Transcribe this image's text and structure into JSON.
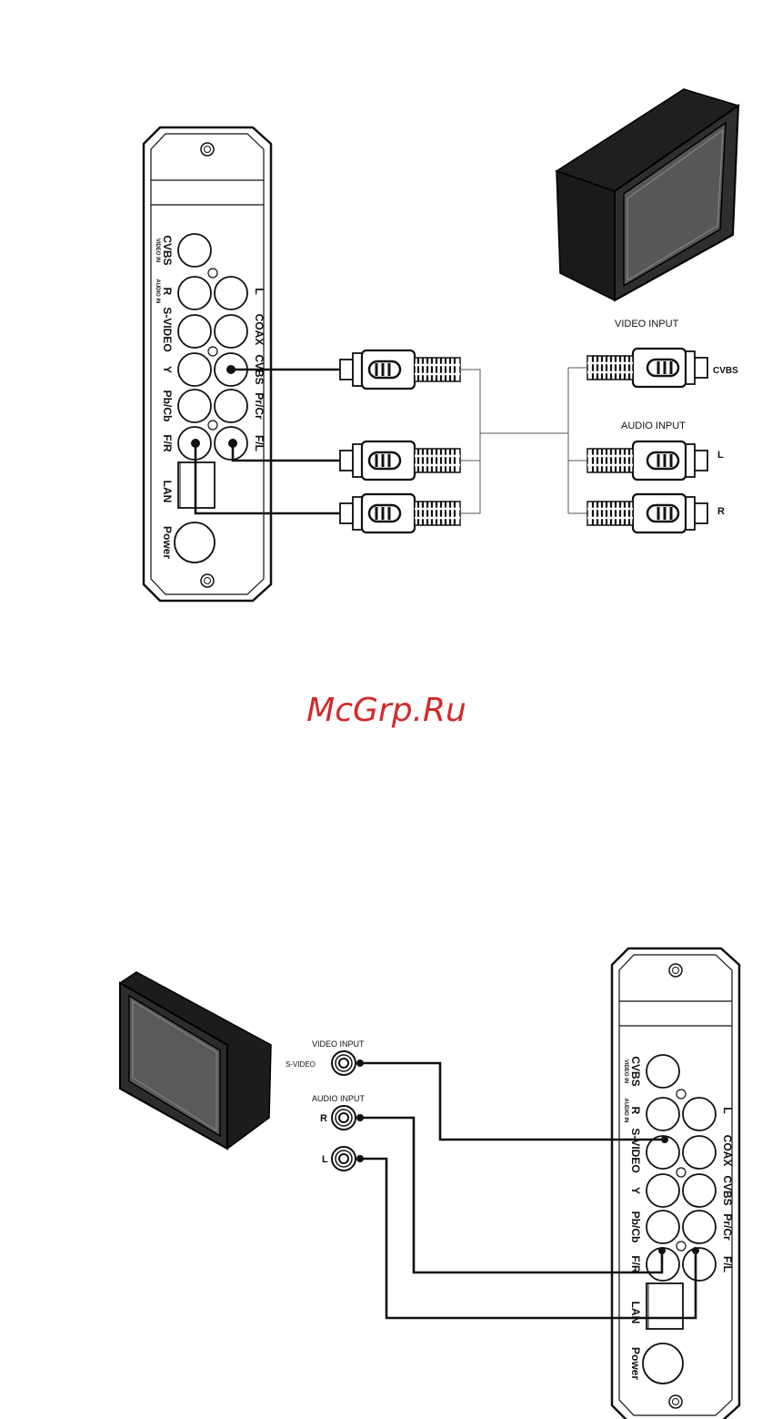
{
  "panel_labels": {
    "cvbs": "CVBS",
    "video_in": "VIDEO IN",
    "r": "R",
    "audio_in": "AUDIO IN",
    "l": "L",
    "s_video": "S-VIDEO",
    "coax": "COAX",
    "y": "Y",
    "cvbs2": "CVBS",
    "pb_cb": "Pb/Cb",
    "pr_cr": "Pr/Cr",
    "f_r": "F/R",
    "f_l": "F/L",
    "lan": "LAN",
    "power": "Power"
  },
  "diagram1": {
    "video_input": "VIDEO INPUT",
    "audio_input": "AUDIO INPUT",
    "cvbs": "CVBS",
    "l": "L",
    "r": "R"
  },
  "diagram2": {
    "video_input": "VIDEO INPUT",
    "audio_input": "AUDIO INPUT",
    "s_video": "S-VIDEO",
    "r": "R",
    "l": "L"
  },
  "watermark": "McGrp.Ru",
  "colors": {
    "watermark": "#d42a2a",
    "ink": "#111111",
    "tv_body": "#2a2a2a",
    "tv_screen": "#555555"
  }
}
